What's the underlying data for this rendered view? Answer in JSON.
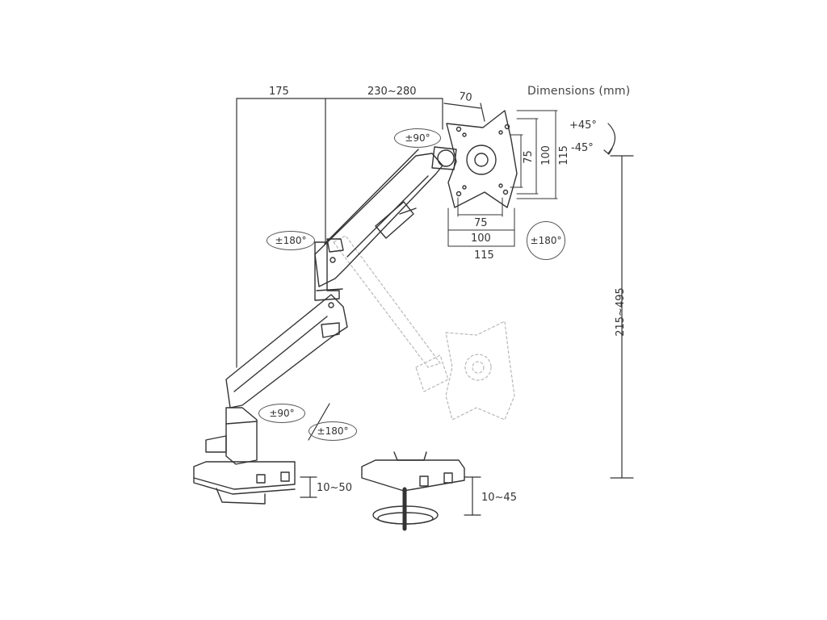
{
  "title": "Dimensions (mm)",
  "dimensions": {
    "base_to_pole": "175",
    "arm_reach": "230~280",
    "head_depth": "70",
    "height_range": "215~495",
    "clamp_thickness": "10~50",
    "grommet_thickness": "10~45",
    "vesa_h_small": "75",
    "vesa_h_mid": "100",
    "vesa_h_large": "115",
    "vesa_v_small": "75",
    "vesa_v_mid": "100",
    "vesa_v_large": "115"
  },
  "rotations": {
    "head_swivel": "±90°",
    "elbow_swivel": "±180°",
    "base_swivel": "±90°",
    "base_rotate": "±180°",
    "screen_rotate": "±180°",
    "tilt_up": "+45°",
    "tilt_down": "-45°"
  },
  "colors": {
    "line": "#333333",
    "ghost": "#b8b8b8"
  }
}
